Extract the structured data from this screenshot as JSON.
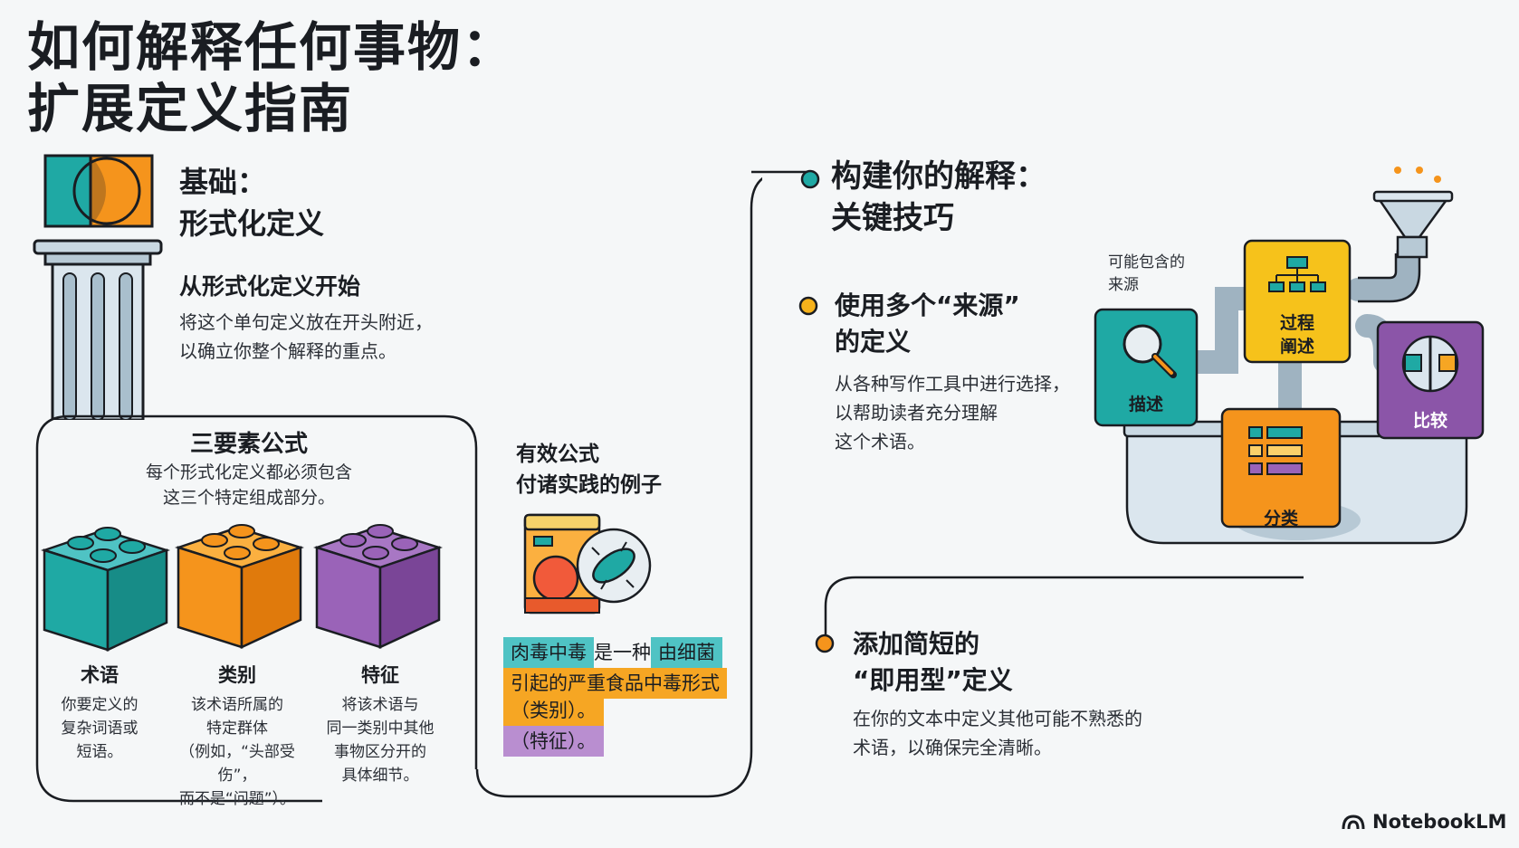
{
  "title": {
    "line1": "如何解释任何事物：",
    "line2": "扩展定义指南"
  },
  "foundation": {
    "heading_line1": "基础：",
    "heading_line2": "形式化定义",
    "sub_heading": "从形式化定义开始",
    "desc_line1": "将这个单句定义放在开头附近，",
    "desc_line2": "以确立你整个解释的重点。"
  },
  "formula": {
    "heading": "三要素公式",
    "desc_line1": "每个形式化定义都必须包含",
    "desc_line2": "这三个特定组成部分。",
    "items": [
      {
        "label": "术语",
        "lines": [
          "你要定义的",
          "复杂词语或",
          "短语。"
        ],
        "color": "#1fa9a4"
      },
      {
        "label": "类别",
        "lines": [
          "该术语所属的",
          "特定群体",
          "（例如，“头部受伤”，",
          "而不是“问题”）。"
        ],
        "color": "#f5941c"
      },
      {
        "label": "特征",
        "lines": [
          "将该术语与",
          "同一类别中其他",
          "事物区分开的",
          "具体细节。"
        ],
        "color": "#8b55a8"
      }
    ]
  },
  "example": {
    "heading_line1": "有效公式",
    "heading_line2": "付诸实践的例子",
    "seg_term": "肉毒中毒",
    "seg_is": "是一种",
    "seg_cat_a": "由细菌",
    "seg_cat_b": "引起的严重食品中毒形式",
    "seg_cat_c": "（类别）。",
    "seg_feature": "（特征）。",
    "colors": {
      "term": "#4fc3c4",
      "category": "#f6a623",
      "feature": "#b98ed0"
    }
  },
  "techniques": {
    "heading_line1": "构建你的解释：",
    "heading_line2": "关键技巧",
    "item1": {
      "title_line1": "使用多个“来源”",
      "title_line2": "的定义",
      "desc_line1": "从各种写作工具中进行选择，",
      "desc_line2": "以帮助读者充分理解",
      "desc_line3": "这个术语。"
    },
    "item2": {
      "title_line1": "添加简短的",
      "title_line2": "“即用型”定义",
      "desc_line1": "在你的文本中定义其他可能不熟悉的",
      "desc_line2": "术语，以确保完全清晰。"
    },
    "machine_caption_line1": "可能包含的",
    "machine_caption_line2": "来源",
    "tiles": {
      "describe": "描述",
      "process_line1": "过程",
      "process_line2": "阐述",
      "compare": "比较",
      "classify": "分类"
    }
  },
  "brand": "NotebookLM"
}
